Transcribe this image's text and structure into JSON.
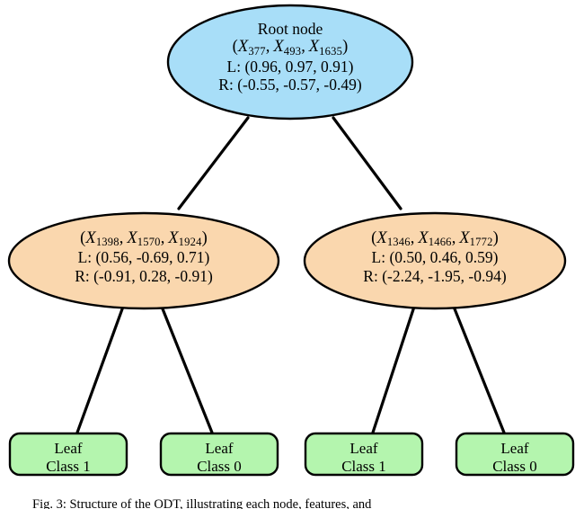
{
  "figure": {
    "type": "decision-tree-diagram",
    "background_color": "#ffffff",
    "stroke_color": "#000000"
  },
  "colors": {
    "root_fill": "#a8def8",
    "internal_fill": "#fad7ae",
    "leaf_fill": "#b4f5ae",
    "outline": "#000000"
  },
  "nodes": {
    "root": {
      "id": "root",
      "shape": "ellipse",
      "fill": "#a8def8",
      "title": "Root node",
      "features": [
        {
          "symbol": "X",
          "index": "377"
        },
        {
          "symbol": "X",
          "index": "493"
        },
        {
          "symbol": "X",
          "index": "1635"
        }
      ],
      "left_weights_label": "L: (0.96, 0.97, 0.91)",
      "right_weights_label": "R: (-0.55, -0.57, -0.49)",
      "left_weights": [
        0.96,
        0.97,
        0.91
      ],
      "right_weights": [
        -0.55,
        -0.57,
        -0.49
      ]
    },
    "internal_left": {
      "id": "internal-left",
      "shape": "ellipse",
      "fill": "#fad7ae",
      "title": "",
      "features": [
        {
          "symbol": "X",
          "index": "1398"
        },
        {
          "symbol": "X",
          "index": "1570"
        },
        {
          "symbol": "X",
          "index": "1924"
        }
      ],
      "left_weights_label": "L: (0.56, -0.69, 0.71)",
      "right_weights_label": "R: (-0.91, 0.28, -0.91)",
      "left_weights": [
        0.56,
        -0.69,
        0.71
      ],
      "right_weights": [
        -0.91,
        0.28,
        -0.91
      ]
    },
    "internal_right": {
      "id": "internal-right",
      "shape": "ellipse",
      "fill": "#fad7ae",
      "title": "",
      "features": [
        {
          "symbol": "X",
          "index": "1346"
        },
        {
          "symbol": "X",
          "index": "1466"
        },
        {
          "symbol": "X",
          "index": "1772"
        }
      ],
      "left_weights_label": "L: (0.50, 0.46, 0.59)",
      "right_weights_label": "R: (-2.24, -1.95, -0.94)",
      "left_weights": [
        0.5,
        0.46,
        0.59
      ],
      "right_weights": [
        -2.24,
        -1.95,
        -0.94
      ]
    }
  },
  "leaves": [
    {
      "id": "leaf-1",
      "shape": "rounded-rect",
      "fill": "#b4f5ae",
      "line1": "Leaf",
      "line2": "Class 1",
      "class_value": "1"
    },
    {
      "id": "leaf-2",
      "shape": "rounded-rect",
      "fill": "#b4f5ae",
      "line1": "Leaf",
      "line2": "Class 0",
      "class_value": "0"
    },
    {
      "id": "leaf-3",
      "shape": "rounded-rect",
      "fill": "#b4f5ae",
      "line1": "Leaf",
      "line2": "Class 1",
      "class_value": "1"
    },
    {
      "id": "leaf-4",
      "shape": "rounded-rect",
      "fill": "#b4f5ae",
      "line1": "Leaf",
      "line2": "Class 0",
      "class_value": "0"
    }
  ],
  "caption": {
    "text": "Fig. 3:   Structure of the ODT, illustrating each node, features, and"
  }
}
